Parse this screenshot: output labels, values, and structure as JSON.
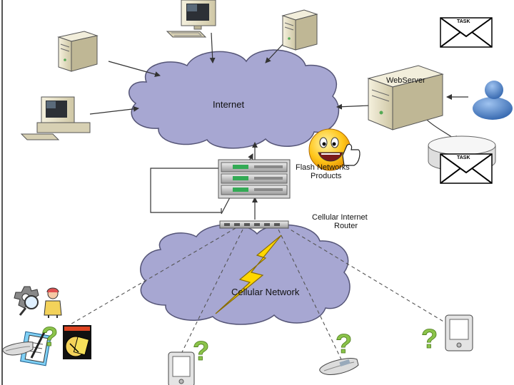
{
  "labels": {
    "internet": "Internet",
    "webserver": "WebServer",
    "flash_products_line1": "Flash Networks",
    "flash_products_line2": "Products",
    "router_line1": "Cellular Internet",
    "router_line2": "Router",
    "cellular_network": "Cellular Network"
  },
  "envelopes": [
    {
      "label": "TASK"
    },
    {
      "label": "TASK"
    }
  ],
  "colors": {
    "cloud_fill": "#a7a7d2",
    "cloud_stroke": "#555577",
    "arrow": "#333333",
    "lightning": "#ffd700",
    "question_mark": "#8bc34a",
    "computer_beige": "#e8e2c8",
    "smiley": "#ffc61a"
  },
  "icons": [
    "desktop-computer-icon",
    "server-tower-icon",
    "mail-envelope-icon",
    "user-icon",
    "database-icon",
    "smiley-thumbs-up-icon",
    "lightning-icon",
    "question-mark-icon",
    "cell-phone-icon",
    "pda-icon"
  ]
}
